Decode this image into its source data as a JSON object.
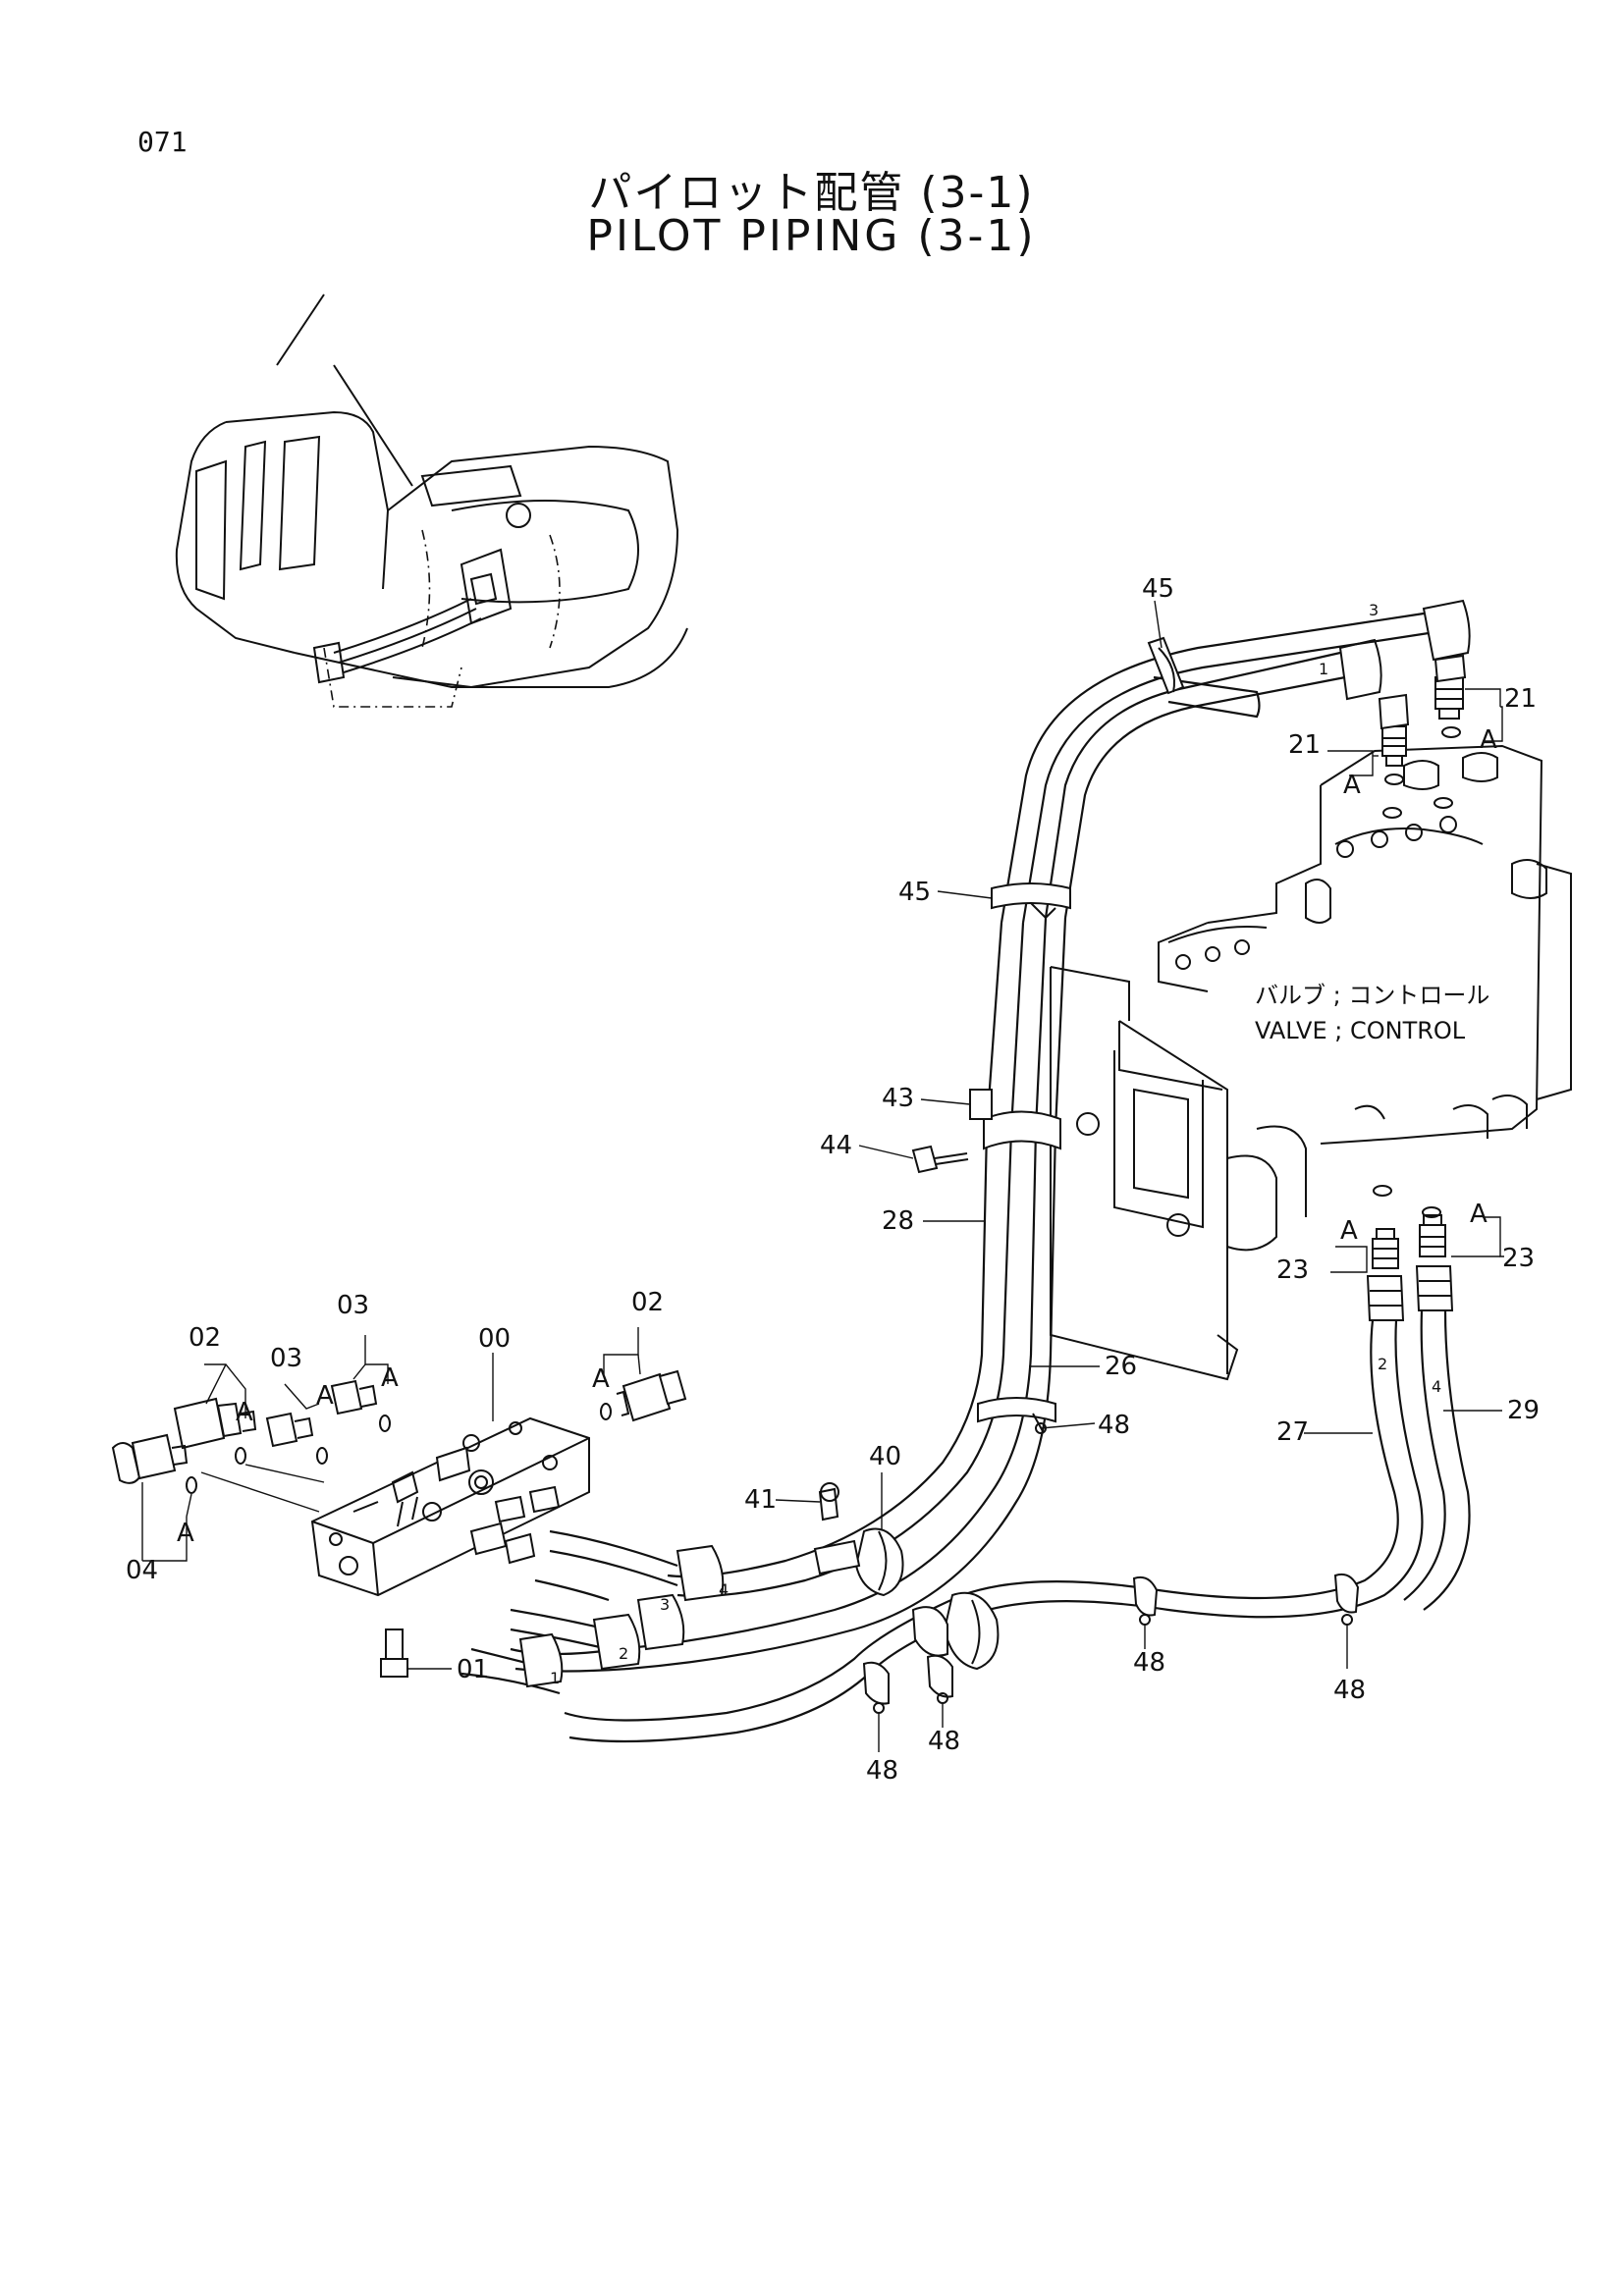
{
  "header": {
    "page_number": "071",
    "title_jp": "パイロット配管 (3-1)",
    "title_en": "PILOT PIPING (3-1)"
  },
  "valve_label": {
    "jp": "バルブ ; コントロール",
    "en": "VALVE ; CONTROL"
  },
  "ref_letter": "A",
  "part_labels": {
    "p00": "00",
    "p01": "01",
    "p02": "02",
    "p03": "03",
    "p04": "04",
    "p21": "21",
    "p23": "23",
    "p26": "26",
    "p27": "27",
    "p28": "28",
    "p29": "29",
    "p40": "40",
    "p41": "41",
    "p43": "43",
    "p44": "44",
    "p45": "45",
    "p48": "48"
  },
  "hose_marks": {
    "m1": "1",
    "m2": "2",
    "m3": "3",
    "m4": "4"
  }
}
